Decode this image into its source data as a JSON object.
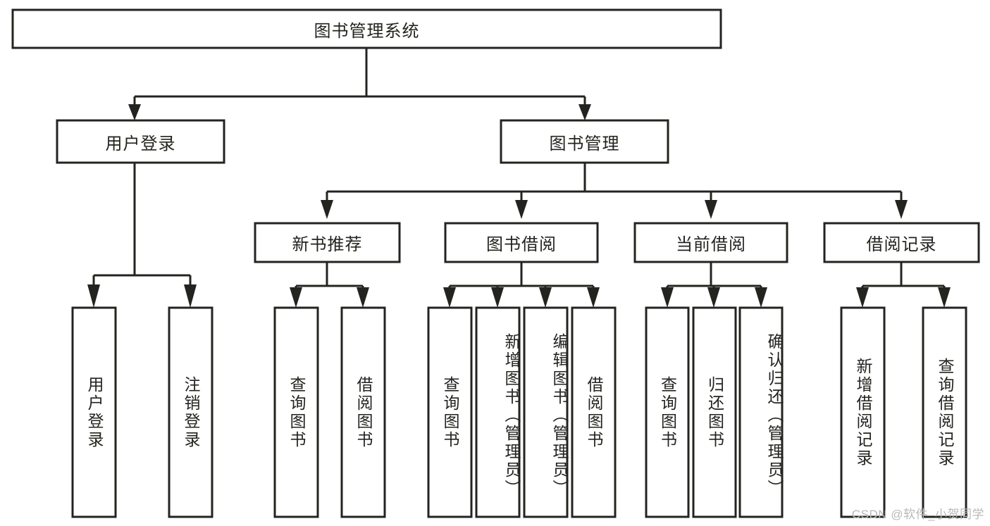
{
  "meta": {
    "title": "图书管理系统 功能结构图",
    "watermark": "CSDN @软件_小贺同学",
    "colors": {
      "stroke": "#23241f",
      "fill": "#ffffff",
      "background": "#ffffff",
      "watermark": "#b9b9b9"
    }
  },
  "chart_data": {
    "type": "diagram",
    "diagram_kind": "tree",
    "orientation": "top-down",
    "title": "图书管理系统",
    "root": "图书管理系统",
    "nodes": [
      {
        "id": "root",
        "label": "图书管理系统",
        "level": 0,
        "orientation": "horizontal"
      },
      {
        "id": "l1a",
        "label": "用户登录",
        "level": 1,
        "parent": "root",
        "orientation": "horizontal"
      },
      {
        "id": "l1b",
        "label": "图书管理",
        "level": 1,
        "parent": "root",
        "orientation": "horizontal"
      },
      {
        "id": "l2a",
        "label": "新书推荐",
        "level": 2,
        "parent": "l1b",
        "orientation": "horizontal"
      },
      {
        "id": "l2b",
        "label": "图书借阅",
        "level": 2,
        "parent": "l1b",
        "orientation": "horizontal"
      },
      {
        "id": "l2c",
        "label": "当前借阅",
        "level": 2,
        "parent": "l1b",
        "orientation": "horizontal"
      },
      {
        "id": "l2d",
        "label": "借阅记录",
        "level": 2,
        "parent": "l1b",
        "orientation": "horizontal"
      },
      {
        "id": "n1",
        "label": "用户登录",
        "level": 3,
        "parent": "l1a",
        "orientation": "vertical"
      },
      {
        "id": "n2",
        "label": "注销登录",
        "level": 3,
        "parent": "l1a",
        "orientation": "vertical"
      },
      {
        "id": "n3",
        "label": "查询图书",
        "level": 3,
        "parent": "l2a",
        "orientation": "vertical"
      },
      {
        "id": "n4",
        "label": "借阅图书",
        "level": 3,
        "parent": "l2a",
        "orientation": "vertical"
      },
      {
        "id": "n5",
        "label": "查询图书",
        "level": 3,
        "parent": "l2b",
        "orientation": "vertical"
      },
      {
        "id": "n6",
        "label": "新增图书（管理员）",
        "level": 3,
        "parent": "l2b",
        "orientation": "vertical"
      },
      {
        "id": "n7",
        "label": "编辑图书（管理员）",
        "level": 3,
        "parent": "l2b",
        "orientation": "vertical"
      },
      {
        "id": "n8",
        "label": "借阅图书",
        "level": 3,
        "parent": "l2b",
        "orientation": "vertical"
      },
      {
        "id": "n9",
        "label": "查询图书",
        "level": 3,
        "parent": "l2c",
        "orientation": "vertical"
      },
      {
        "id": "n10",
        "label": "归还图书",
        "level": 3,
        "parent": "l2c",
        "orientation": "vertical"
      },
      {
        "id": "n11",
        "label": "确认归还（管理员）",
        "level": 3,
        "parent": "l2c",
        "orientation": "vertical"
      },
      {
        "id": "n12",
        "label": "新增借阅记录",
        "level": 3,
        "parent": "l2d",
        "orientation": "vertical"
      },
      {
        "id": "n13",
        "label": "查询借阅记录",
        "level": 3,
        "parent": "l2d",
        "orientation": "vertical"
      }
    ],
    "edges": [
      {
        "from": "root",
        "to": "l1a"
      },
      {
        "from": "root",
        "to": "l1b"
      },
      {
        "from": "l1b",
        "to": "l2a"
      },
      {
        "from": "l1b",
        "to": "l2b"
      },
      {
        "from": "l1b",
        "to": "l2c"
      },
      {
        "from": "l1b",
        "to": "l2d"
      },
      {
        "from": "l1a",
        "to": "n1"
      },
      {
        "from": "l1a",
        "to": "n2"
      },
      {
        "from": "l2a",
        "to": "n3"
      },
      {
        "from": "l2a",
        "to": "n4"
      },
      {
        "from": "l2b",
        "to": "n5"
      },
      {
        "from": "l2b",
        "to": "n6"
      },
      {
        "from": "l2b",
        "to": "n7"
      },
      {
        "from": "l2b",
        "to": "n8"
      },
      {
        "from": "l2c",
        "to": "n9"
      },
      {
        "from": "l2c",
        "to": "n10"
      },
      {
        "from": "l2c",
        "to": "n11"
      },
      {
        "from": "l2d",
        "to": "n12"
      },
      {
        "from": "l2d",
        "to": "n13"
      }
    ]
  },
  "labels": {
    "root": "图书管理系统",
    "l1a": "用户登录",
    "l1b": "图书管理",
    "l2a": "新书推荐",
    "l2b": "图书借阅",
    "l2c": "当前借阅",
    "l2d": "借阅记录",
    "n1": "用户登录",
    "n2": "注销登录",
    "n3": "查询图书",
    "n4": "借阅图书",
    "n5": "查询图书",
    "n6": "新增图书（管理员）",
    "n7": "编辑图书（管理员）",
    "n8": "借阅图书",
    "n9": "查询图书",
    "n10": "归还图书",
    "n11": "确认归还（管理员）",
    "n12": "新增借阅记录",
    "n13": "查询借阅记录"
  }
}
